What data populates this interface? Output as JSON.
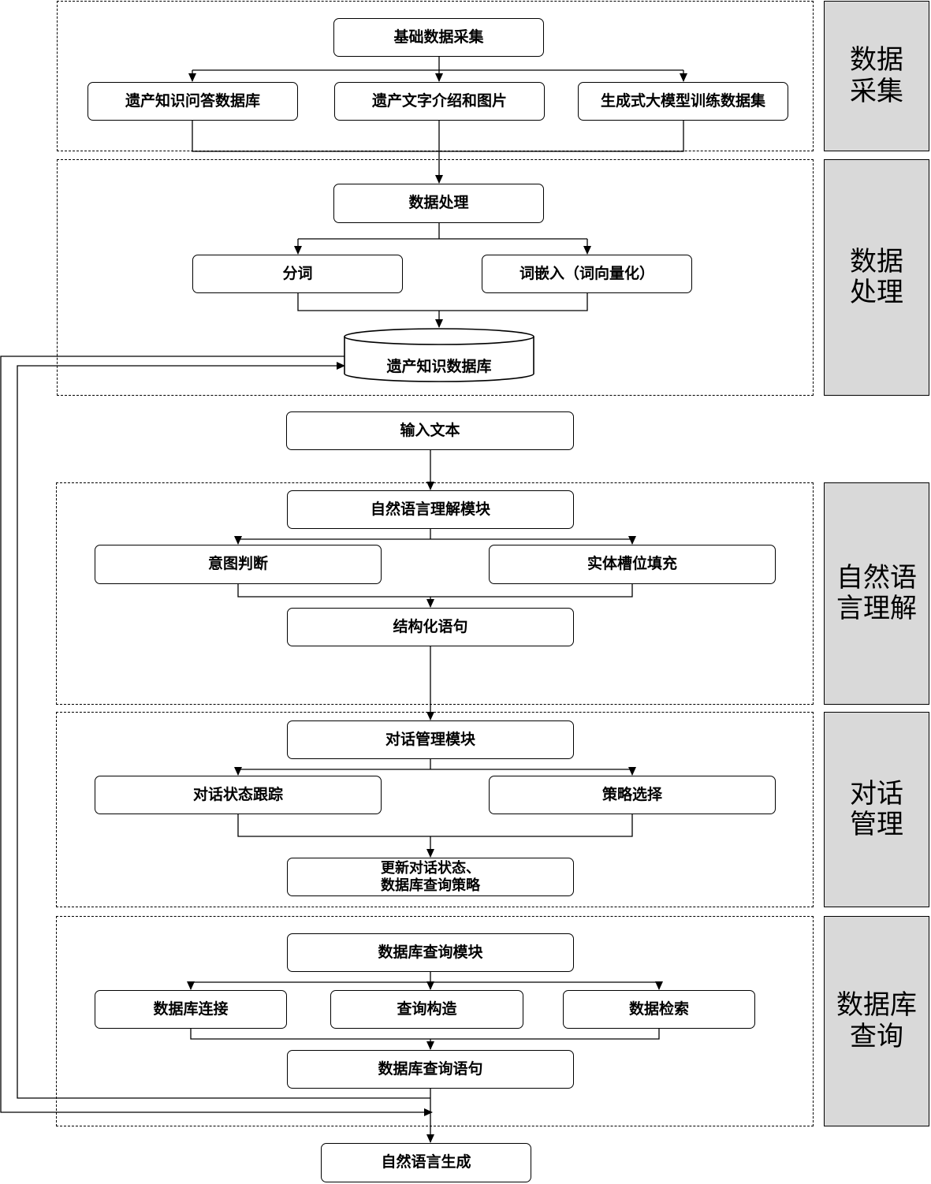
{
  "sections": {
    "collection": "数据\n采集",
    "processing": "数据\n处理",
    "nlu": "自然语\n言理解",
    "dialog": "对话\n管理",
    "db_query": "数据库\n查询"
  },
  "nodes": {
    "basic_collection": "基础数据采集",
    "qa_db": "遗产知识问答数据库",
    "text_images": "遗产文字介绍和图片",
    "gen_train": "生成式大模型训练数据集",
    "data_processing": "数据处理",
    "tokenize": "分词",
    "embedding": "词嵌入（词向量化）",
    "knowledge_db": "遗产知识数据库",
    "input_text": "输入文本",
    "nlu_module": "自然语言理解模块",
    "intent": "意图判断",
    "slot": "实体槽位填充",
    "structured": "结构化语句",
    "dm_module": "对话管理模块",
    "state_tracking": "对话状态跟踪",
    "policy": "策略选择",
    "update": "更新对话状态、\n数据库查询策略",
    "dbq_module": "数据库查询模块",
    "db_connect": "数据库连接",
    "query_build": "查询构造",
    "data_retrieval": "数据检索",
    "db_statement": "数据库查询语句",
    "nlg": "自然语言生成"
  }
}
